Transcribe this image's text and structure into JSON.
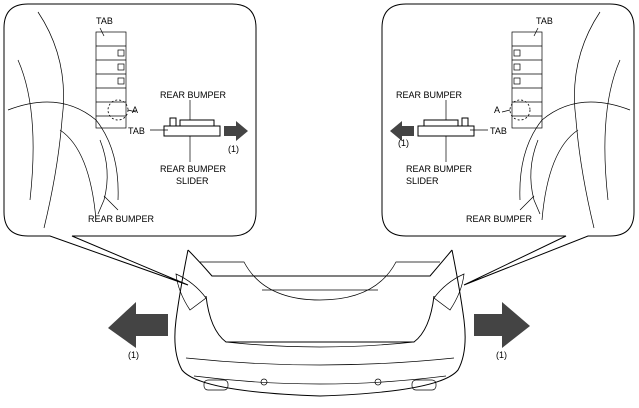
{
  "left_callout": {
    "tab_top": "TAB",
    "point_a": "A",
    "rear_bumper": "REAR BUMPER",
    "tab": "TAB",
    "step": "(1)",
    "slider_line1": "REAR BUMPER",
    "slider_line2": "SLIDER",
    "rear_bumper_bottom": "REAR BUMPER"
  },
  "right_callout": {
    "tab_top": "TAB",
    "point_a": "A",
    "rear_bumper": "REAR BUMPER",
    "tab": "TAB",
    "step": "(1)",
    "slider_line1": "REAR BUMPER",
    "slider_line2": "SLIDER",
    "rear_bumper_bottom": "REAR BUMPER"
  },
  "vehicle": {
    "left_step": "(1)",
    "right_step": "(1)"
  },
  "colors": {
    "line": "#000000",
    "arrow_fill": "#444444",
    "background": "#ffffff"
  },
  "icons": [
    "arrow-left-icon",
    "arrow-right-icon"
  ]
}
